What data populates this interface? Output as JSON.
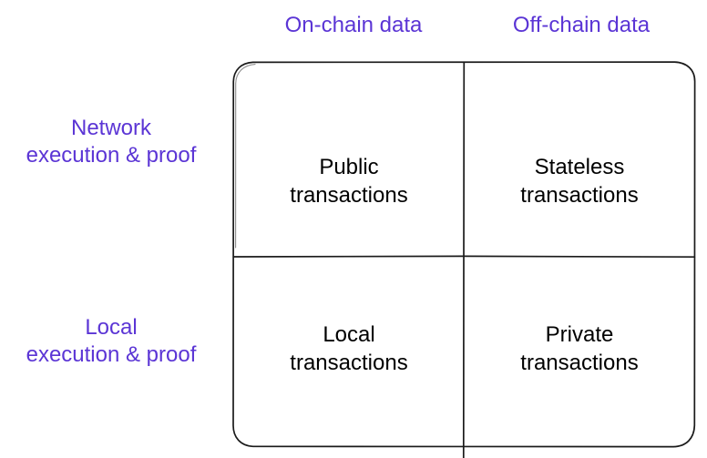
{
  "diagram": {
    "type": "2x2-matrix",
    "accent_color": "#5B35D5",
    "text_color": "#000000",
    "stroke_color": "#1a1a1a",
    "background": "#ffffff",
    "columns": [
      {
        "id": "on-chain",
        "label": "On-chain data"
      },
      {
        "id": "off-chain",
        "label": "Off-chain data"
      }
    ],
    "rows": [
      {
        "id": "network",
        "label": "Network\nexecution & proof"
      },
      {
        "id": "local",
        "label": "Local\nexecution & proof"
      }
    ],
    "cells": [
      {
        "id": "public",
        "row": "network",
        "column": "on-chain",
        "label": "Public\ntransactions"
      },
      {
        "id": "stateless",
        "row": "network",
        "column": "off-chain",
        "label": "Stateless\ntransactions"
      },
      {
        "id": "local",
        "row": "local",
        "column": "on-chain",
        "label": "Local\ntransactions"
      },
      {
        "id": "private",
        "row": "local",
        "column": "off-chain",
        "label": "Private\ntransactions"
      }
    ]
  }
}
